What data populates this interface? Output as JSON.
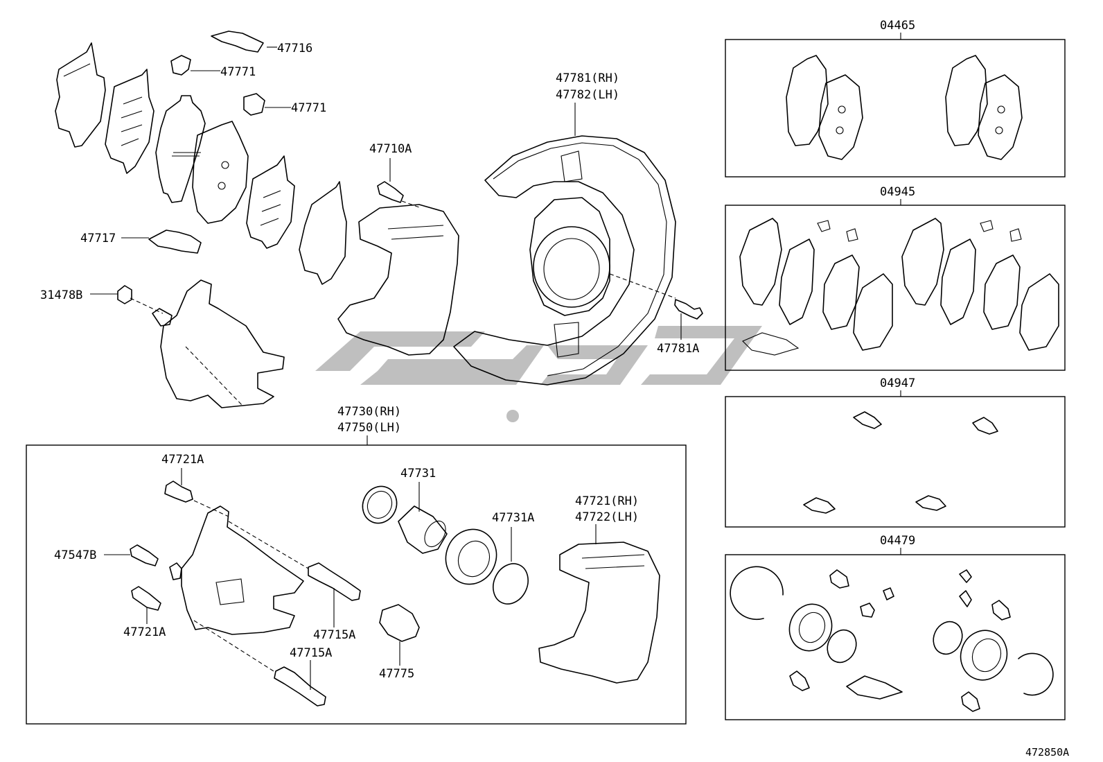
{
  "diagram_id": "472850A",
  "labels": {
    "l47716": "47716",
    "l47771a": "47771",
    "l47771b": "47771",
    "l47717": "47717",
    "l31478B": "31478B",
    "l47710A": "47710A",
    "l47781rh": "47781(RH)",
    "l47782lh": "47782(LH)",
    "l47781A": "47781A",
    "l47730rh": "47730(RH)",
    "l47750lh": "47750(LH)",
    "l47721A_top": "47721A",
    "l47547B": "47547B",
    "l47721A_bot": "47721A",
    "l47715A_a": "47715A",
    "l47715A_b": "47715A",
    "l47731": "47731",
    "l47775": "47775",
    "l47731A": "47731A",
    "l47721rh": "47721(RH)",
    "l47722lh": "47722(LH)"
  },
  "kits": [
    {
      "code": "04465"
    },
    {
      "code": "04945"
    },
    {
      "code": "04947"
    },
    {
      "code": "04479"
    }
  ]
}
